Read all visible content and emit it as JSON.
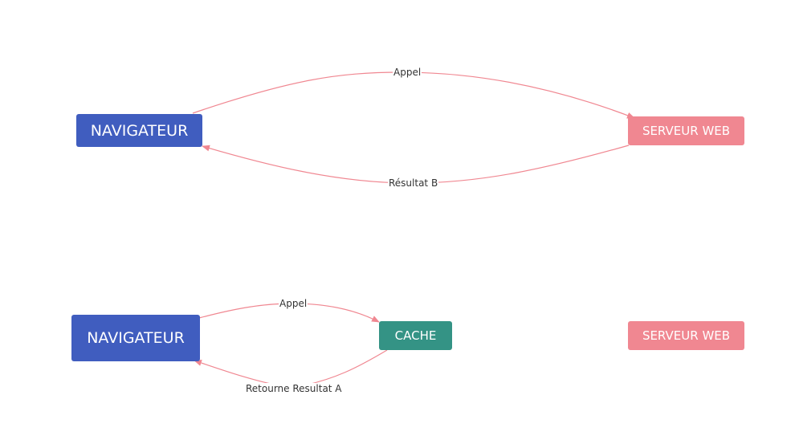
{
  "colors": {
    "navigateur": "#405DBF",
    "serveur": "#F08791",
    "cache": "#349385",
    "edge": "#F08791",
    "label_text": "#333333"
  },
  "diagram_top": {
    "nodes": {
      "navigateur": "NAVIGATEUR",
      "serveur": "SERVEUR WEB"
    },
    "edges": {
      "appel": "Appel",
      "resultat": "Résultat B"
    }
  },
  "diagram_bottom": {
    "nodes": {
      "navigateur": "NAVIGATEUR",
      "cache": "CACHE",
      "serveur": "SERVEUR WEB"
    },
    "edges": {
      "appel": "Appel",
      "retour": "Retourne Resultat A"
    }
  }
}
